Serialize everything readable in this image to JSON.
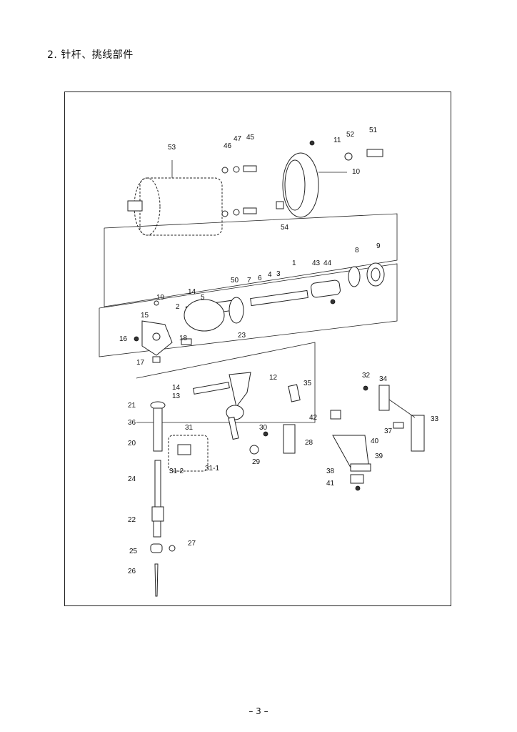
{
  "page": {
    "section_title": "2. 针杆、挑线部件",
    "page_number": "– 3 –"
  },
  "callouts": [
    "53",
    "46",
    "47",
    "45",
    "11",
    "52",
    "51",
    "10",
    "54",
    "1",
    "43",
    "44",
    "8",
    "9",
    "50",
    "7",
    "6",
    "4",
    "3",
    "19",
    "14",
    "5",
    "2",
    "15",
    "16",
    "18",
    "23",
    "17",
    "12",
    "35",
    "14",
    "13",
    "21",
    "36",
    "31",
    "20",
    "30",
    "28",
    "29",
    "31-2",
    "31-1",
    "24",
    "22",
    "25",
    "27",
    "26",
    "32",
    "34",
    "33",
    "42",
    "37",
    "40",
    "39",
    "38",
    "41"
  ]
}
